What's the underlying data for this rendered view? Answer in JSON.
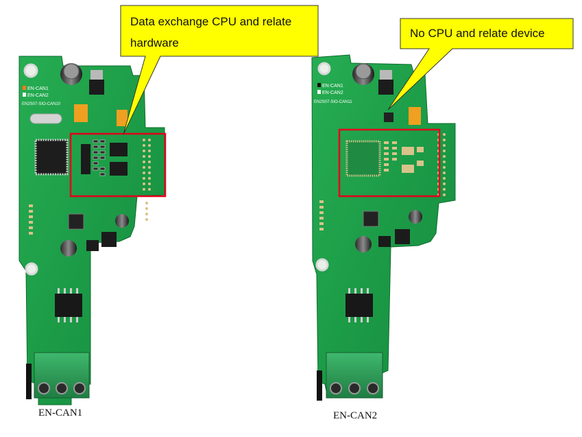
{
  "callouts": {
    "left_line1": "Data exchange CPU and relate",
    "left_line2": "hardware",
    "right": "No CPU and relate device"
  },
  "boards": {
    "left": {
      "caption": "EN-CAN1",
      "silk_label_1": "EN-CAN1",
      "silk_label_2": "EN-CAN2",
      "silk_part": "EN2S07-SIO-CAN10"
    },
    "right": {
      "caption": "EN-CAN2",
      "silk_label_1": "EN-CAN1",
      "silk_label_2": "EN-CAN2",
      "silk_part": "EN2S07-SIO-CAN11"
    }
  },
  "colors": {
    "pcb": "#1c9a46",
    "pcb_dark": "#127a35",
    "callout_fill": "#ffff00",
    "highlight": "#e3001b",
    "terminal": "#2f9e58"
  }
}
